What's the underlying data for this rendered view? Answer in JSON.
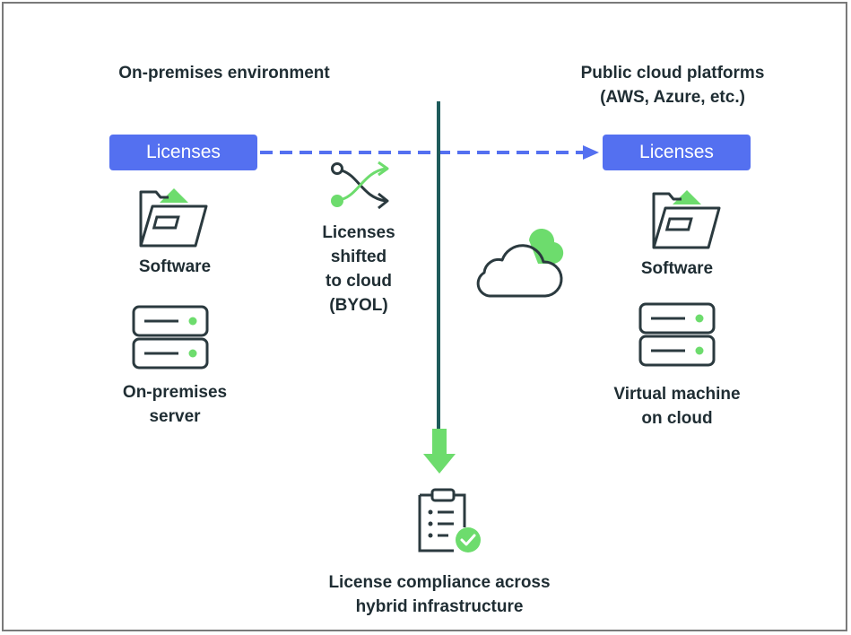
{
  "left_column": {
    "heading": "On-premises environment",
    "licenses_label": "Licenses",
    "software_label": "Software",
    "server_label_line1": "On-premises",
    "server_label_line2": "server"
  },
  "right_column": {
    "heading_line1": "Public cloud platforms",
    "heading_line2": "(AWS, Azure, etc.)",
    "licenses_label": "Licenses",
    "software_label": "Software",
    "vm_label_line1": "Virtual machine",
    "vm_label_line2": "on cloud"
  },
  "transfer": {
    "line1": "Licenses",
    "line2": "shifted",
    "line3": "to cloud",
    "line4": "(BYOL)"
  },
  "bottom": {
    "line1": "License compliance across",
    "line2": "hybrid infrastructure"
  },
  "colors": {
    "accent_blue": "#5470f0",
    "accent_green": "#6ddc6d",
    "ink": "#2b3a3f",
    "divider": "#1e5b5b"
  }
}
